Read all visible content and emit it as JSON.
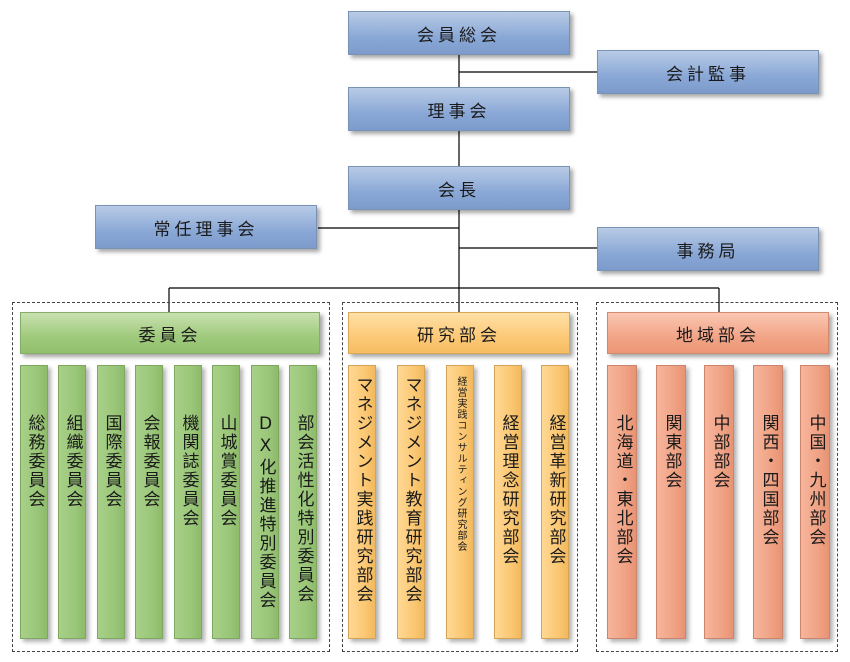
{
  "top": {
    "general_meeting": "会員総会",
    "auditor": "会計監事",
    "board": "理事会",
    "president": "会長",
    "standing_board": "常任理事会",
    "secretariat": "事務局"
  },
  "groups": {
    "committees": {
      "header": "委員会",
      "items": [
        "総務委員会",
        "組織委員会",
        "国際委員会",
        "会報委員会",
        "機関誌委員会",
        "山城賞委員会",
        "DX化推進特別委員会",
        "部会活性化特別委員会"
      ]
    },
    "research": {
      "header": "研究部会",
      "items": [
        "マネジメント実践研究部会",
        "マネジメント教育研究部会",
        "経営実践コンサルティング研究部会",
        "経営理念研究部会",
        "経営革新研究部会"
      ]
    },
    "regional": {
      "header": "地域部会",
      "items": [
        "北海道・東北部会",
        "関東部会",
        "中部部会",
        "関西・四国部会",
        "中国・九州部会"
      ]
    }
  },
  "colors": {
    "blue": "#8aa8d6",
    "green": "#9bc77a",
    "orange": "#fbc874",
    "salmon": "#f0a385",
    "line": "#000000"
  }
}
